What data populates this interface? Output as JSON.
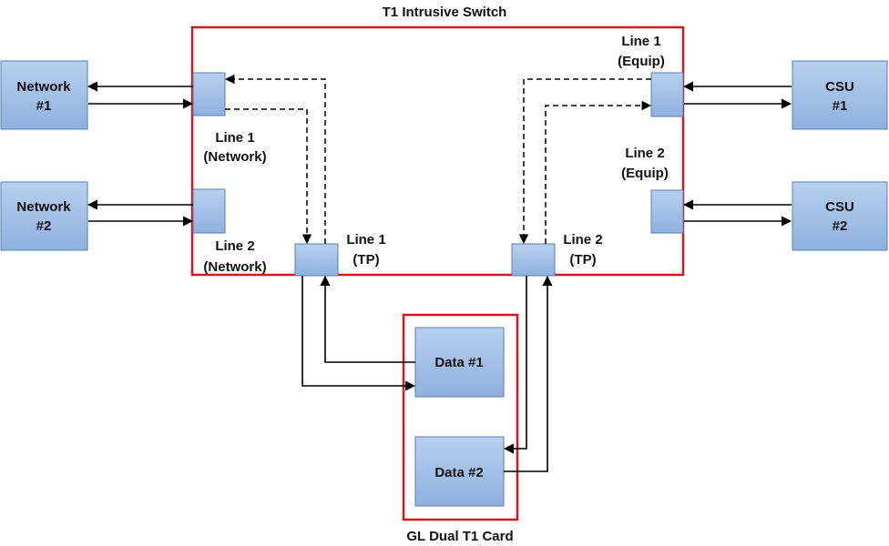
{
  "title": "T1 Intrusive Switch",
  "card_title": "GL Dual T1 Card",
  "boxes": {
    "network1": [
      "Network",
      "#1"
    ],
    "network2": [
      "Network",
      "#2"
    ],
    "csu1": [
      "CSU",
      "#1"
    ],
    "csu2": [
      "CSU",
      "#2"
    ],
    "data1": [
      "Data #1"
    ],
    "data2": [
      "Data #2"
    ]
  },
  "ports": {
    "line1_network": [
      "Line 1",
      "(Network)"
    ],
    "line2_network": [
      "Line 2",
      "(Network)"
    ],
    "line1_equip": [
      "Line 1",
      "(Equip)"
    ],
    "line2_equip": [
      "Line 2",
      "(Equip)"
    ],
    "line1_tp": [
      "Line 1",
      "(TP)"
    ],
    "line2_tp": [
      "Line 2",
      "(TP)"
    ]
  },
  "colors": {
    "switch_border": "#d0191f",
    "card_border": "#d0191f",
    "box_fill_top": "#b3cdee",
    "box_fill_bottom": "#8fb2e0",
    "box_border": "#5a7fb0",
    "line": "#000000"
  }
}
